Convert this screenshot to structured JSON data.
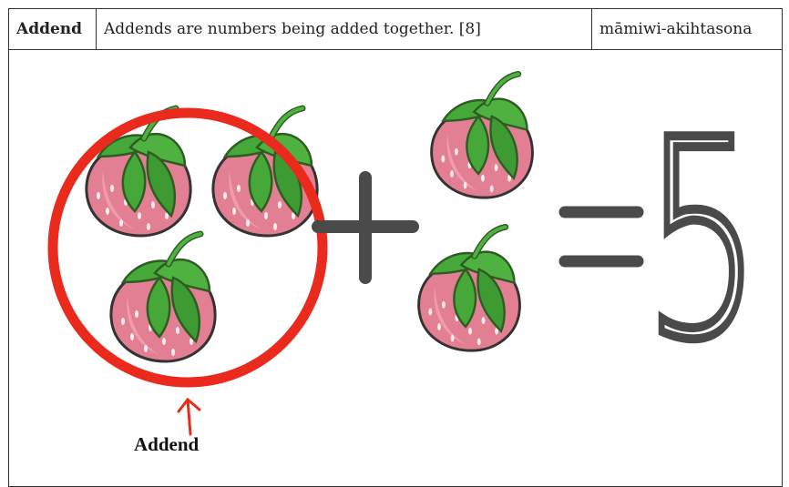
{
  "row": {
    "term": "Addend",
    "definition": "Addends are numbers being added together. [8]",
    "translation": "māmiwi-akihtasona"
  },
  "figure": {
    "caption": "Addend",
    "equals_value": "5",
    "circled_count": 3,
    "added_count": 2,
    "colors": {
      "circle": "#ea2a1c",
      "strawberry": "#e37f93",
      "leaf": "#46a838",
      "symbol": "#4a4a4a"
    }
  }
}
